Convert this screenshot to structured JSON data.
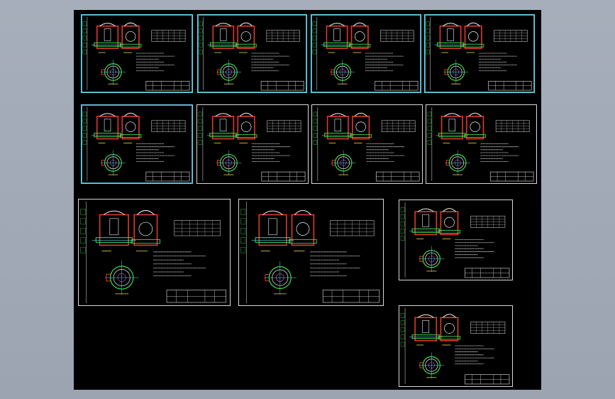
{
  "app": {
    "view": "model-space"
  },
  "colors": {
    "background": "#9ca4b2",
    "canvas": "#000000",
    "border": "#d9d9d9",
    "selected_border": "#6fd3e6",
    "wall_red": "#e03a2a",
    "wall_white": "#f2f2f2",
    "green": "#3ddc4a",
    "cyan": "#58d8e8",
    "yellow": "#e8d84a",
    "magenta": "#d050d0",
    "text_white": "#e6e6e6"
  },
  "sheets": [
    {
      "id": "s1",
      "selected": true
    },
    {
      "id": "s2",
      "selected": true
    },
    {
      "id": "s3",
      "selected": true
    },
    {
      "id": "s4",
      "selected": true
    },
    {
      "id": "s5",
      "selected": true
    },
    {
      "id": "s6",
      "selected": false
    },
    {
      "id": "s7",
      "selected": false
    },
    {
      "id": "s8",
      "selected": false
    },
    {
      "id": "s9",
      "selected": false
    },
    {
      "id": "s10",
      "selected": false
    },
    {
      "id": "s11",
      "selected": false
    },
    {
      "id": "s12",
      "selected": false
    }
  ]
}
